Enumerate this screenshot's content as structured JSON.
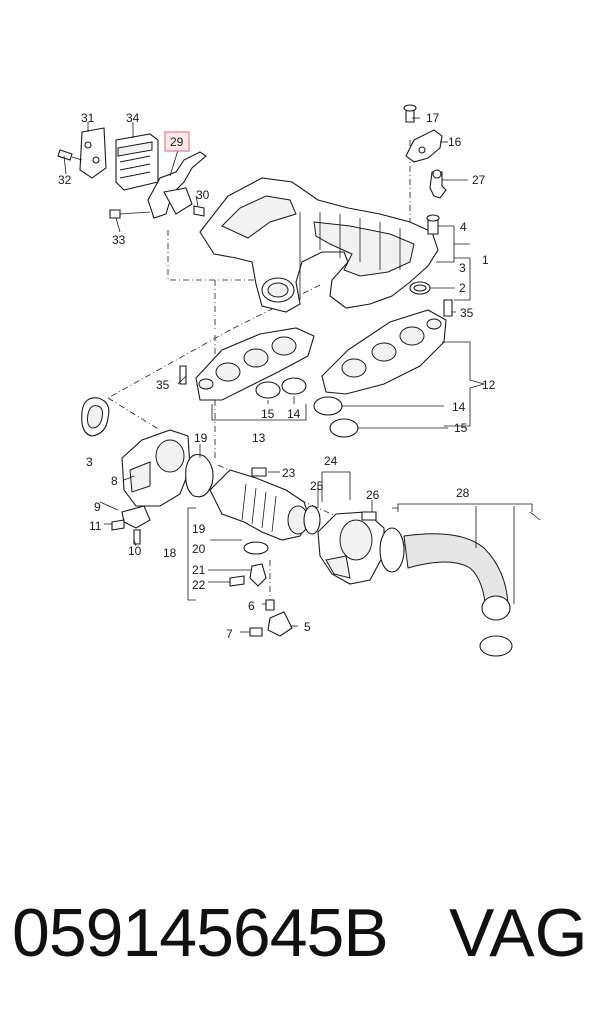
{
  "diagram": {
    "callouts": {
      "c1": "1",
      "c2": "2",
      "c3a": "3",
      "c3b": "3",
      "c4": "4",
      "c5": "5",
      "c6": "6",
      "c7": "7",
      "c8": "8",
      "c9": "9",
      "c10": "10",
      "c11": "11",
      "c12": "12",
      "c13": "13",
      "c14a": "14",
      "c14b": "14",
      "c15a": "15",
      "c15b": "15",
      "c16": "16",
      "c17": "17",
      "c18": "18",
      "c19a": "19",
      "c19b": "19",
      "c20": "20",
      "c21": "21",
      "c22": "22",
      "c23": "23",
      "c24": "24",
      "c25": "25",
      "c26": "26",
      "c27": "27",
      "c28": "28",
      "c29": "29",
      "c30": "30",
      "c31": "31",
      "c32": "32",
      "c33": "33",
      "c34": "34",
      "c35a": "35",
      "c35b": "35"
    },
    "highlighted_callout": "29",
    "highlight_color": "#e87a8a"
  },
  "footer": {
    "part_number": "059145645B",
    "brand": "VAG"
  }
}
